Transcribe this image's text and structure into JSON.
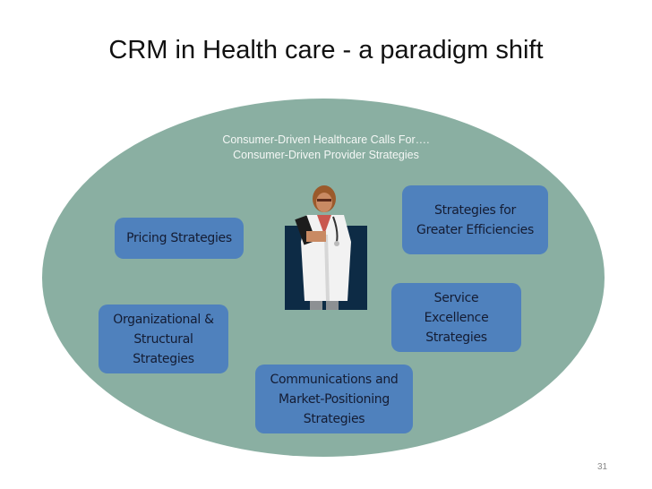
{
  "slide": {
    "title": "CRM in Health care - a paradigm shift",
    "page_number": "31"
  },
  "diagram": {
    "subtitle_line1": "Consumer-Driven Healthcare Calls For….",
    "subtitle_line2": "Consumer-Driven Provider Strategies",
    "center_image": "doctor-illustration",
    "boxes": [
      {
        "id": "pricing",
        "label": "Pricing Strategies"
      },
      {
        "id": "efficiencies",
        "label": "Strategies for\nGreater Efficiencies"
      },
      {
        "id": "service",
        "label": "Service\nExcellence\nStrategies"
      },
      {
        "id": "organizational",
        "label": "Organizational &\nStructural\nStrategies"
      },
      {
        "id": "communications",
        "label": "Communications and\nMarket-Positioning\nStrategies"
      }
    ],
    "colors": {
      "ellipse": "#8aafa2",
      "box": "#4f81bd",
      "box_text": "#141c33",
      "doctor_backdrop": "#0d2b45"
    }
  }
}
